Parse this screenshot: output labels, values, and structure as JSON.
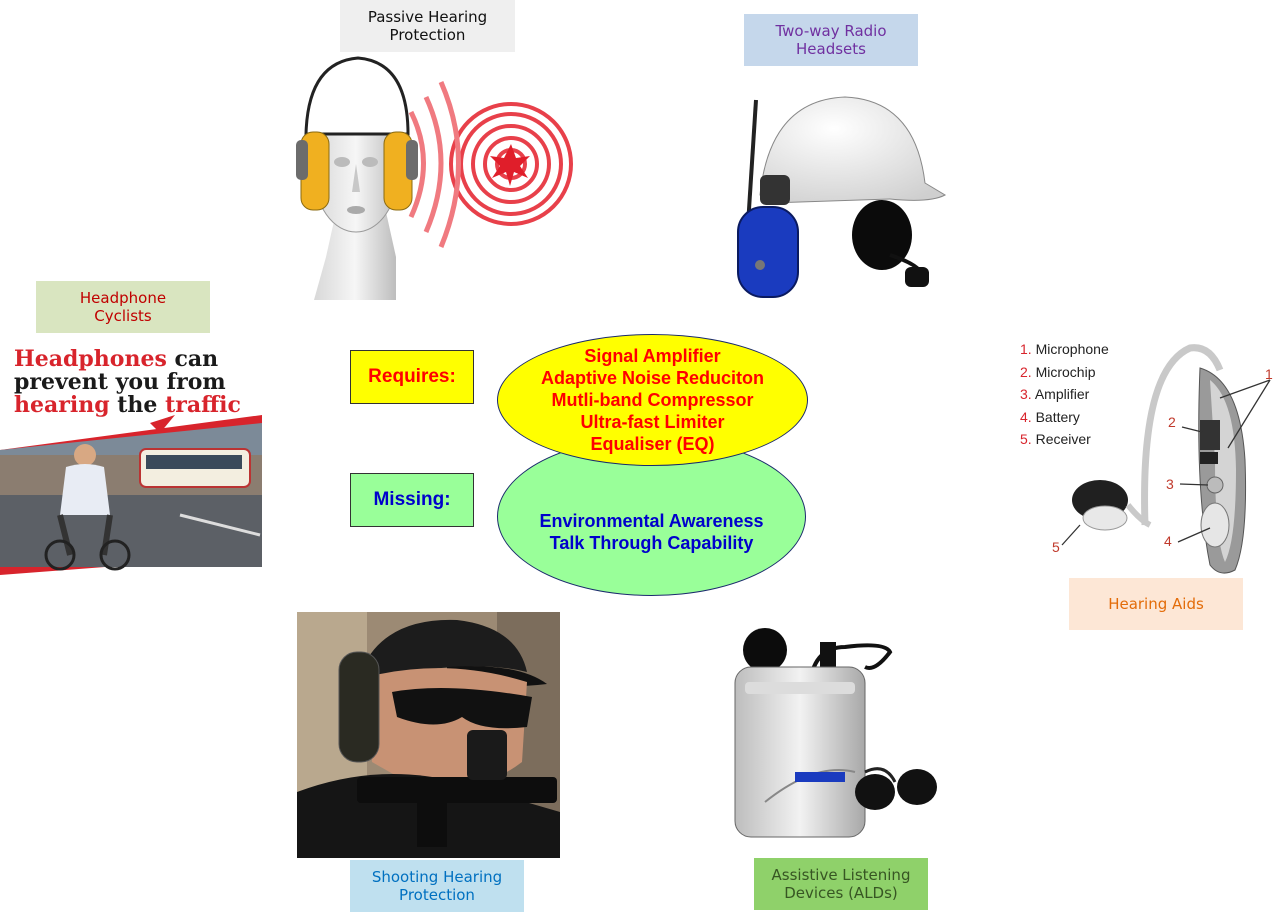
{
  "labels": {
    "passive": "Passive Hearing\nProtection",
    "radio": "Two-way Radio\nHeadsets",
    "cyclists": "Headphone\nCyclists",
    "hearing_aids": "Hearing Aids",
    "shooting": "Shooting Hearing\nProtection",
    "alds": "Assistive Listening\nDevices (ALDs)"
  },
  "center": {
    "requires_tag": "Requires:",
    "missing_tag": "Missing:",
    "requires_items": [
      "Signal Amplifier",
      "Adaptive Noise Reduciton",
      "Mutli-band Compressor",
      "Ultra-fast Limiter",
      "Equaliser (EQ)"
    ],
    "missing_items": [
      "Environmental Awareness",
      "Talk Through Capability"
    ]
  },
  "poster": {
    "word1": "Headphones",
    "word2": " can",
    "line2": "prevent you from",
    "word3": "hearing",
    "word4": " the ",
    "word5": "traffic"
  },
  "hearing_aid": {
    "legend": [
      {
        "num": "1.",
        "text": "Microphone"
      },
      {
        "num": "2.",
        "text": "Microchip"
      },
      {
        "num": "3.",
        "text": "Amplifier"
      },
      {
        "num": "4.",
        "text": "Battery"
      },
      {
        "num": "5.",
        "text": "Receiver"
      }
    ],
    "pointers": [
      "1",
      "2",
      "3",
      "4",
      "5"
    ]
  },
  "colors": {
    "requires_fill": "#ffff00",
    "missing_fill": "#99ff99",
    "requires_text": "#ff0000",
    "missing_text": "#0000cc",
    "passive_bg": "#efefef",
    "radio_bg": "#c5d7eb",
    "cyclists_bg": "#d9e5c0",
    "aids_bg": "#fde7d6",
    "shooting_bg": "#bfe0ef",
    "alds_bg": "#8fd16a"
  }
}
